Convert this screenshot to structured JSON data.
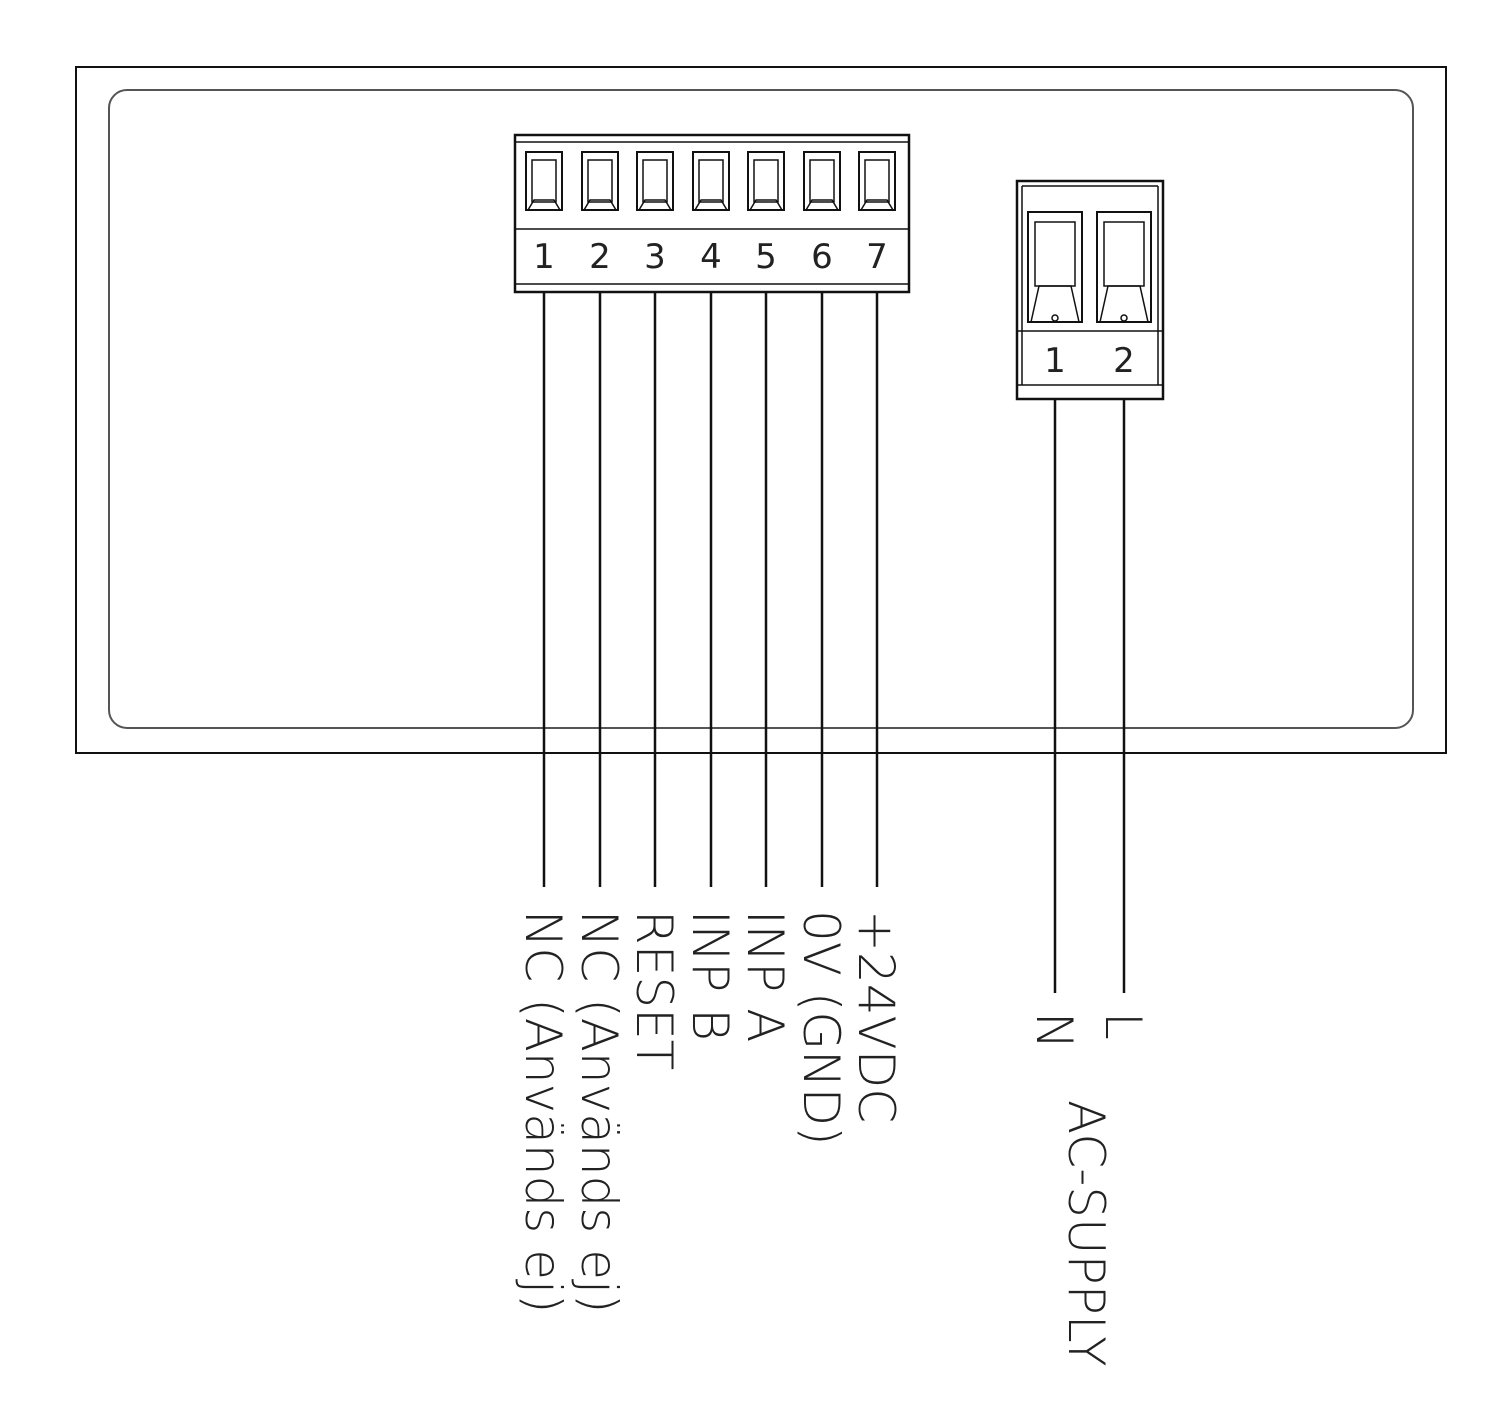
{
  "connector_left": {
    "pins": [
      {
        "number": "1",
        "label": "NC (Används ej)"
      },
      {
        "number": "2",
        "label": "NC (Används ej)"
      },
      {
        "number": "3",
        "label": "RESET"
      },
      {
        "number": "4",
        "label": "INP B"
      },
      {
        "number": "5",
        "label": "INP A"
      },
      {
        "number": "6",
        "label": "0V (GND)"
      },
      {
        "number": "7",
        "label": "+24VDC"
      }
    ]
  },
  "connector_right": {
    "pins": [
      {
        "number": "1",
        "label": "N"
      },
      {
        "number": "2",
        "label": "L"
      }
    ],
    "group_label": "AC-SUPPLY"
  }
}
